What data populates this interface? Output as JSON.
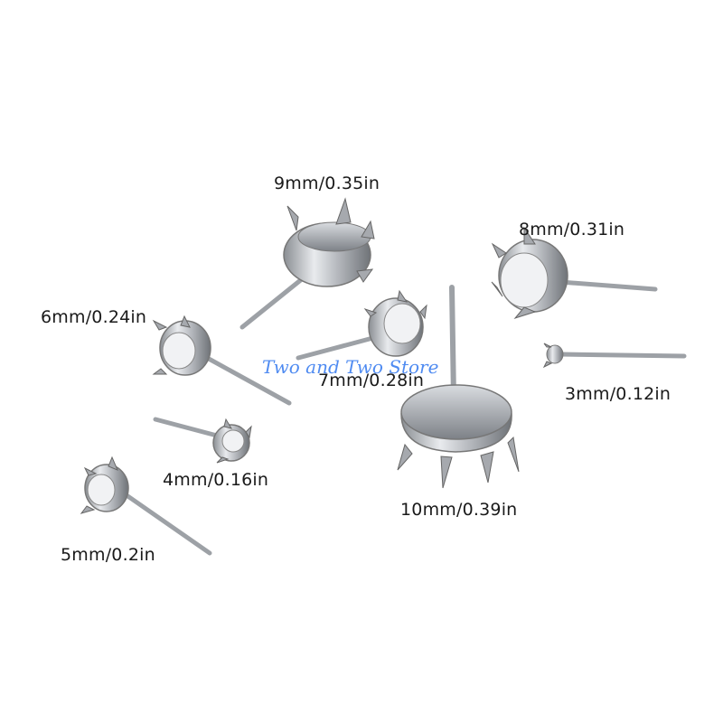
{
  "watermark": "Two and Two Store",
  "accent_color": "#3d7ff0",
  "items": [
    {
      "size_label": "9mm/0.35in"
    },
    {
      "size_label": "8mm/0.31in"
    },
    {
      "size_label": "6mm/0.24in"
    },
    {
      "size_label": "7mm/0.28in"
    },
    {
      "size_label": "3mm/0.12in"
    },
    {
      "size_label": "4mm/0.16in"
    },
    {
      "size_label": "10mm/0.39in"
    },
    {
      "size_label": "5mm/0.2in"
    }
  ]
}
